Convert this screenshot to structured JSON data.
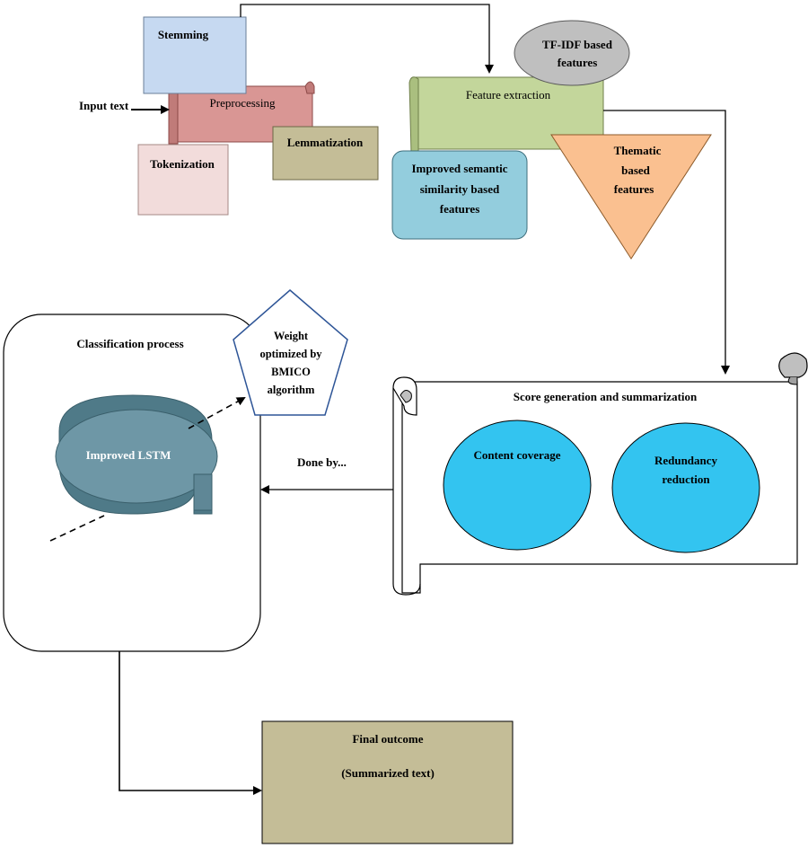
{
  "input_text": "Input text",
  "preprocessing": {
    "title": "Preprocessing",
    "stemming": "Stemming",
    "tokenization": "Tokenization",
    "lemmatization": "Lemmatization"
  },
  "feature_extraction": {
    "title": "Feature extraction",
    "tfidf_line1": "TF-IDF based",
    "tfidf_line2": "features",
    "semantic_line1": "Improved semantic",
    "semantic_line2": "similarity based",
    "semantic_line3": "features",
    "thematic_line1": "Thematic",
    "thematic_line2": "based",
    "thematic_line3": "features"
  },
  "classification": {
    "title": "Classification process",
    "lstm": "Improved LSTM",
    "weight_line1": "Weight",
    "weight_line2": "optimized by",
    "weight_line3": "BMICO",
    "weight_line4": "algorithm"
  },
  "done_by": "Done by...",
  "score": {
    "title": "Score generation and summarization",
    "content_coverage": "Content coverage",
    "redundancy_line1": "Redundancy",
    "redundancy_line2": "reduction"
  },
  "final": {
    "title": "Final outcome",
    "subtitle": "(Summarized text)"
  },
  "colors": {
    "stemming": "#c6d9f1",
    "preprocessing": "#d99694",
    "tokenization": "#f2dcdb",
    "lemmatization": "#c4bd97",
    "feature_extraction": "#c3d69b",
    "tfidf": "#bfbfbf",
    "semantic": "#93cddd",
    "thematic": "#fac090",
    "lstm": "#6e97a6",
    "ellipses": "#33c4f0",
    "final": "#c4bd97"
  }
}
